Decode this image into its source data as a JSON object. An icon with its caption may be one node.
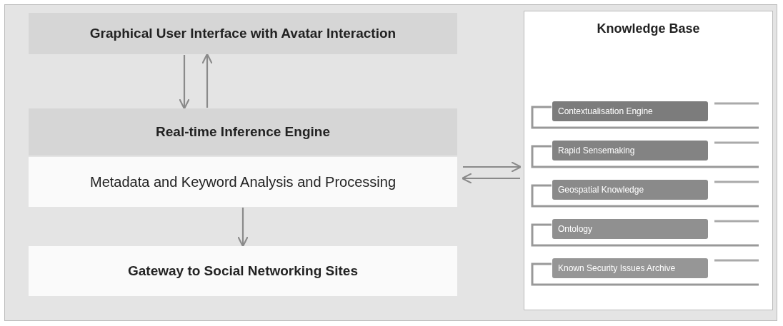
{
  "diagram": {
    "nodes": [
      {
        "text": [
          "Graphical User Interface with Avatar Interaction"
        ]
      },
      {
        "text": [
          "Real-time Inference Engine"
        ]
      },
      {
        "text": [
          "Metadata and Keyword Analysis and Processing"
        ]
      },
      {
        "text": [
          "Gateway to Social Networking Sites"
        ]
      },
      {
        "text": [
          "Knowledge Base"
        ]
      },
      {
        "text": [
          "Contextualisation Engine"
        ],
        "in": 4
      },
      {
        "text": [
          "Rapid Sensemaking"
        ],
        "in": 4
      },
      {
        "text": [
          "Geospatial Knowledge"
        ],
        "in": 4
      },
      {
        "text": [
          "Ontology"
        ],
        "in": 4
      },
      {
        "text": [
          "Known Security Issues Archive"
        ],
        "in": 4
      }
    ],
    "edges": [
      {
        "from": 0,
        "to": 1,
        "arrow": "to"
      },
      {
        "from": 1,
        "to": 0,
        "arrow": "to"
      },
      {
        "from": 2,
        "to": 3,
        "arrow": "to"
      },
      {
        "from": 2,
        "to": 4,
        "arrow": "to"
      },
      {
        "from": 4,
        "to": 2,
        "arrow": "to"
      }
    ]
  }
}
